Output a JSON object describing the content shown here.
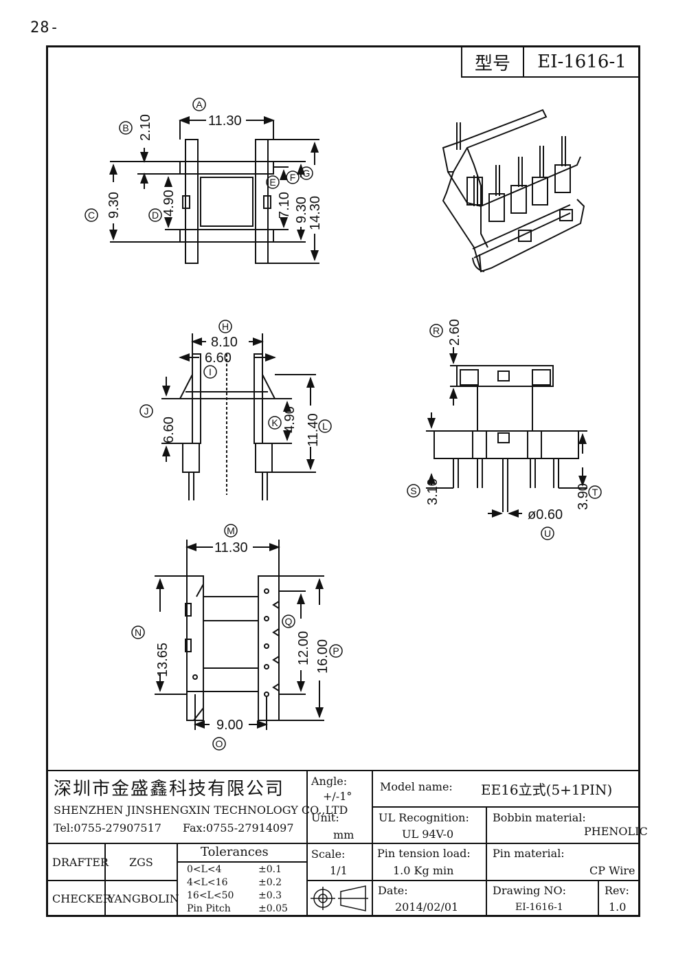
{
  "page_number": "28-",
  "model_box": {
    "label": "型号",
    "value": "EI-1616-1"
  },
  "dims": {
    "A": "11.30",
    "B": "2.10",
    "C": "9.30",
    "D": "4.90",
    "E": "7.10",
    "F": "9.30",
    "G": "14.30",
    "H": "8.10",
    "I": "6.60",
    "J": "6.60",
    "K": "4.90",
    "L": "11.40",
    "M": "11.30",
    "N": "13.65",
    "O": "9.00",
    "P": "16.00",
    "Q": "12.00",
    "R": "2.60",
    "S": "3.10",
    "T": "3.90",
    "U": "ø0.60"
  },
  "dim_letters": [
    "A",
    "B",
    "C",
    "D",
    "E",
    "F",
    "G",
    "H",
    "I",
    "J",
    "K",
    "L",
    "M",
    "N",
    "O",
    "P",
    "Q",
    "R",
    "S",
    "T",
    "U"
  ],
  "title_block": {
    "company_cn": "深圳市金盛鑫科技有限公司",
    "company_en": "SHENZHEN JINSHENGXIN TECHNOLOGY CO.,LTD",
    "tel": "Tel:0755-27907517",
    "fax": "Fax:0755-27914097",
    "angle_label": "Angle:",
    "angle_value": "+/-1°",
    "unit_label": "Unit:",
    "unit_value": "mm",
    "scale_label": "Scale:",
    "scale_value": "1/1",
    "model_name_label": "Model name:",
    "model_name_value": "EE16立式(5+1PIN)",
    "ul_label": "UL Recognition:",
    "ul_value": "UL 94V-0",
    "bobbin_label": "Bobbin material:",
    "bobbin_value": "PHENOLIC",
    "pin_tension_label": "Pin tension load:",
    "pin_tension_value": "1.0 Kg min",
    "pin_material_label": "Pin material:",
    "pin_material_value": "CP Wire",
    "date_label": "Date:",
    "date_value": "2014/02/01",
    "drawing_no_label": "Drawing NO:",
    "drawing_no_value": "EI-1616-1",
    "rev_label": "Rev:",
    "rev_value": "1.0",
    "drafter_label": "DRAFTER",
    "drafter_value": "ZGS",
    "checker_label": "CHECKER",
    "checker_value": "YANGBOLIN",
    "tolerances_title": "Tolerances",
    "tolerances": [
      {
        "range": "0<L<4",
        "value": "±0.1"
      },
      {
        "range": "4<L<16",
        "value": "±0.2"
      },
      {
        "range": "16<L<50",
        "value": "±0.3"
      },
      {
        "range": "Pin Pitch",
        "value": "±0.05"
      }
    ]
  }
}
